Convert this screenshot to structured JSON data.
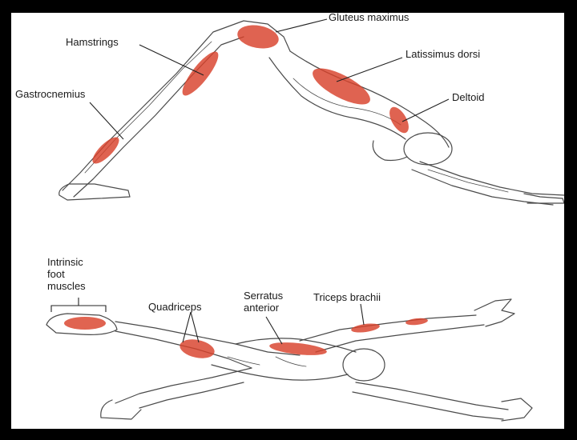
{
  "colors": {
    "background": "#000000",
    "panel": "#ffffff",
    "muscle": "#d9422b",
    "muscle_light": "#ee9a86",
    "outline": "#4a4a4a",
    "leader": "#222222"
  },
  "labels": {
    "gluteus_maximus": "Gluteus maximus",
    "hamstrings": "Hamstrings",
    "latissimus_dorsi": "Latissimus dorsi",
    "gastrocnemius": "Gastrocnemius",
    "deltoid": "Deltoid",
    "intrinsic_foot_muscles": "Intrinsic\nfoot\nmuscles",
    "quadriceps": "Quadriceps",
    "serratus_anterior": "Serratus\nanterior",
    "triceps_brachii": "Triceps brachii"
  }
}
